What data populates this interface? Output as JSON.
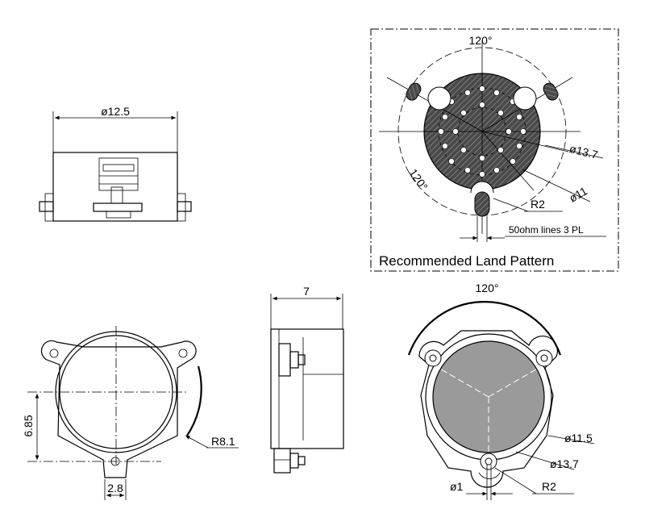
{
  "side_view": {
    "dim_diameter": "ø12.5"
  },
  "land_pattern": {
    "title": "Recommended Land Pattern",
    "angle_top": "120°",
    "angle_left": "120°",
    "dim_outer": "ø13.7",
    "dim_inner": "ø11",
    "dim_radius": "R2",
    "note": "50ohm lines 3 PL"
  },
  "front_view": {
    "dim_height": "6.85",
    "dim_width": "2.8",
    "dim_radius": "R8.1"
  },
  "profile_view": {
    "dim_thickness": "7"
  },
  "bottom_view": {
    "angle_top": "120°",
    "dim_inner": "ø11.5",
    "dim_outer": "ø13.7",
    "dim_pin": "ø1",
    "dim_radius": "R2"
  }
}
